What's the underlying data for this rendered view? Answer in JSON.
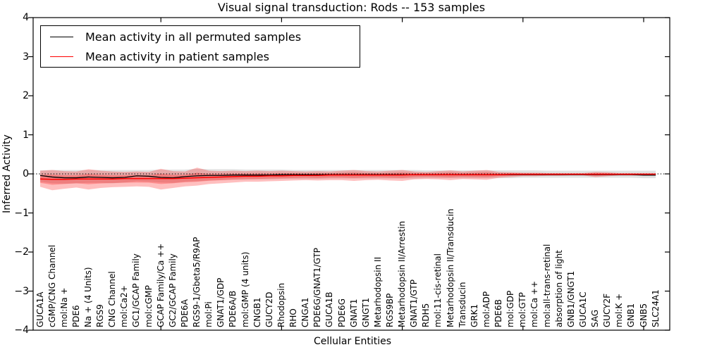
{
  "title": "Visual signal transduction: Rods -- 153 samples",
  "legend": {
    "items": [
      {
        "label": "Mean activity in all permuted samples",
        "color": "#000000"
      },
      {
        "label": "Mean activity in patient samples",
        "color": "#ff0000"
      }
    ]
  },
  "colors": {
    "permuted_line": "#000000",
    "patient_line": "#ff0000",
    "permuted_band": "rgba(90,90,90,0.18)",
    "patient_band": "rgba(255,0,0,0.25)",
    "axis": "#000000"
  },
  "chart_data": {
    "type": "line",
    "title": "Visual signal transduction: Rods -- 153 samples",
    "xlabel": "Cellular Entities",
    "ylabel": "Inferred Activity",
    "ylim": [
      -4,
      4
    ],
    "ytick_labels": [
      "4",
      "3",
      "2",
      "1",
      "0",
      "−1",
      "−2",
      "−3",
      "−4"
    ],
    "ytick_values": [
      4,
      3,
      2,
      1,
      0,
      -1,
      -2,
      -3,
      -4
    ],
    "xtick_indices": [
      10,
      20,
      30,
      40,
      50
    ],
    "grid": false,
    "legend_position": "upper left",
    "zero_line": {
      "style": "dotted",
      "color": "#000000",
      "y": 0
    },
    "categories": [
      "GUCA1A",
      "cGMP/CNG Channel",
      "mol:Na +",
      "PDE6",
      "Na + (4 Units)",
      "RGS9",
      "CNG Channel",
      "mol:Ca2+",
      "GC1/GCAP Family",
      "mol:cGMP",
      "GCAP Family/Ca ++",
      "GC2/GCAP Family",
      "PDE6A",
      "RGS9-1/Gbeta5/R9AP",
      "mol:Pi",
      "GNAT1/GDP",
      "PDE6A/B",
      "mol:GMP (4 units)",
      "CNGB1",
      "GUCY2D",
      "Rhodopsin",
      "RHO",
      "CNGA1",
      "PDE6G/GNAT1/GTP",
      "GUCA1B",
      "PDE6G",
      "GNAT1",
      "GNGT1",
      "Metarhodopsin II",
      "RGS9BP",
      "Metarhodopsin II/Arrestin",
      "GNAT1/GTP",
      "RDH5",
      "mol:11-cis-retinal",
      "Metarhodopsin II/Transducin",
      "Transducin",
      "GRK1",
      "mol:ADP",
      "PDE6B",
      "mol:GDP",
      "mol:GTP",
      "mol:Ca ++",
      "mol:all-trans-retinal",
      "absorption of light",
      "GNB1/GNGT1",
      "GUCA1C",
      "SAG",
      "GUCY2F",
      "mol:K +",
      "GNB1",
      "GNB5",
      "SLC24A1"
    ],
    "series": [
      {
        "name": "Mean activity in all permuted samples",
        "color": "#000000",
        "values": [
          -0.04,
          -0.08,
          -0.1,
          -0.1,
          -0.08,
          -0.09,
          -0.1,
          -0.09,
          -0.05,
          -0.06,
          -0.09,
          -0.1,
          -0.07,
          -0.05,
          -0.04,
          -0.04,
          -0.03,
          -0.03,
          -0.03,
          -0.03,
          -0.02,
          -0.02,
          -0.02,
          -0.02,
          -0.02,
          -0.02,
          -0.02,
          -0.02,
          -0.02,
          -0.02,
          -0.02,
          -0.02,
          -0.02,
          -0.02,
          -0.02,
          -0.02,
          -0.02,
          -0.02,
          -0.02,
          -0.02,
          -0.02,
          -0.02,
          -0.02,
          -0.02,
          -0.02,
          -0.02,
          -0.02,
          -0.02,
          -0.02,
          -0.02,
          -0.03,
          -0.03
        ]
      },
      {
        "name": "Mean activity in patient samples",
        "color": "#ff0000",
        "values": [
          -0.13,
          -0.14,
          -0.14,
          -0.13,
          -0.13,
          -0.13,
          -0.13,
          -0.12,
          -0.12,
          -0.12,
          -0.12,
          -0.12,
          -0.11,
          -0.1,
          -0.09,
          -0.08,
          -0.07,
          -0.06,
          -0.06,
          -0.05,
          -0.05,
          -0.04,
          -0.04,
          -0.04,
          -0.03,
          -0.03,
          -0.03,
          -0.03,
          -0.03,
          -0.03,
          -0.03,
          -0.02,
          -0.02,
          -0.02,
          -0.02,
          -0.02,
          -0.02,
          -0.02,
          -0.02,
          -0.01,
          -0.01,
          -0.01,
          -0.01,
          -0.01,
          -0.01,
          -0.01,
          -0.01,
          -0.01,
          -0.01,
          -0.01,
          -0.01,
          -0.01
        ]
      }
    ],
    "bands": [
      {
        "name": "permuted-std-band",
        "color": "rgba(90,90,90,0.18)",
        "upper": [
          0.09,
          0.1,
          0.1,
          0.1,
          0.1,
          0.1,
          0.1,
          0.1,
          0.1,
          0.1,
          0.11,
          0.11,
          0.11,
          0.13,
          0.12,
          0.12,
          0.12,
          0.11,
          0.11,
          0.11,
          0.11,
          0.1,
          0.1,
          0.1,
          0.1,
          0.1,
          0.1,
          0.1,
          0.1,
          0.1,
          0.1,
          0.1,
          0.09,
          0.09,
          0.09,
          0.09,
          0.09,
          0.09,
          0.09,
          0.09,
          0.09,
          0.09,
          0.08,
          0.08,
          0.08,
          0.08,
          0.08,
          0.08,
          0.08,
          0.08,
          0.08,
          0.08
        ],
        "lower": [
          -0.2,
          -0.24,
          -0.25,
          -0.24,
          -0.23,
          -0.23,
          -0.24,
          -0.22,
          -0.19,
          -0.2,
          -0.22,
          -0.23,
          -0.2,
          -0.19,
          -0.17,
          -0.16,
          -0.15,
          -0.15,
          -0.14,
          -0.14,
          -0.13,
          -0.13,
          -0.13,
          -0.13,
          -0.12,
          -0.12,
          -0.12,
          -0.12,
          -0.12,
          -0.12,
          -0.12,
          -0.12,
          -0.11,
          -0.11,
          -0.11,
          -0.11,
          -0.11,
          -0.11,
          -0.11,
          -0.11,
          -0.1,
          -0.1,
          -0.1,
          -0.1,
          -0.1,
          -0.1,
          -0.1,
          -0.1,
          -0.1,
          -0.1,
          -0.11,
          -0.11
        ]
      },
      {
        "name": "patient-band-outer",
        "color": "rgba(255,0,0,0.25)",
        "upper": [
          0.08,
          0.1,
          0.07,
          0.06,
          0.12,
          0.08,
          0.06,
          0.05,
          0.06,
          0.05,
          0.13,
          0.07,
          0.06,
          0.16,
          0.08,
          0.07,
          0.08,
          0.07,
          0.08,
          0.07,
          0.08,
          0.07,
          0.06,
          0.07,
          0.06,
          0.08,
          0.1,
          0.07,
          0.06,
          0.08,
          0.1,
          0.06,
          0.05,
          0.07,
          0.09,
          0.06,
          0.08,
          0.1,
          0.05,
          0.04,
          0.03,
          0.03,
          0.02,
          0.02,
          0.02,
          0.02,
          0.05,
          0.04,
          0.02,
          0.02,
          0.02,
          0.02
        ],
        "lower": [
          -0.33,
          -0.42,
          -0.38,
          -0.35,
          -0.4,
          -0.36,
          -0.34,
          -0.33,
          -0.32,
          -0.33,
          -0.4,
          -0.36,
          -0.32,
          -0.3,
          -0.26,
          -0.24,
          -0.22,
          -0.2,
          -0.2,
          -0.19,
          -0.18,
          -0.17,
          -0.16,
          -0.17,
          -0.16,
          -0.16,
          -0.18,
          -0.16,
          -0.15,
          -0.17,
          -0.18,
          -0.14,
          -0.13,
          -0.14,
          -0.16,
          -0.13,
          -0.14,
          -0.15,
          -0.1,
          -0.08,
          -0.06,
          -0.06,
          -0.05,
          -0.05,
          -0.04,
          -0.04,
          -0.08,
          -0.06,
          -0.04,
          -0.04,
          -0.04,
          -0.04
        ]
      },
      {
        "name": "patient-band-inner",
        "color": "rgba(255,0,0,0.25)",
        "upper": [
          -0.025,
          -0.02,
          -0.035,
          -0.035,
          -0.005,
          -0.025,
          -0.035,
          -0.035,
          -0.03,
          -0.035,
          0.005,
          -0.025,
          -0.025,
          0.03,
          -0.005,
          -0.005,
          0.005,
          0.005,
          0.01,
          0.01,
          0.015,
          0.015,
          0.01,
          0.015,
          0.015,
          0.025,
          0.035,
          0.02,
          0.015,
          0.025,
          0.035,
          0.02,
          0.015,
          0.025,
          0.035,
          0.02,
          0.03,
          0.04,
          0.015,
          0.015,
          0.01,
          0.01,
          0.005,
          0.005,
          0.005,
          0.005,
          0.02,
          0.015,
          0.005,
          0.005,
          0.005,
          0.005
        ],
        "lower": [
          -0.23,
          -0.28,
          -0.26,
          -0.24,
          -0.265,
          -0.245,
          -0.235,
          -0.225,
          -0.22,
          -0.225,
          -0.26,
          -0.24,
          -0.215,
          -0.2,
          -0.175,
          -0.16,
          -0.145,
          -0.13,
          -0.13,
          -0.12,
          -0.115,
          -0.105,
          -0.1,
          -0.105,
          -0.095,
          -0.095,
          -0.105,
          -0.095,
          -0.09,
          -0.1,
          -0.105,
          -0.08,
          -0.075,
          -0.08,
          -0.09,
          -0.075,
          -0.08,
          -0.085,
          -0.06,
          -0.045,
          -0.035,
          -0.035,
          -0.03,
          -0.03,
          -0.025,
          -0.025,
          -0.045,
          -0.035,
          -0.025,
          -0.025,
          -0.025,
          -0.025
        ]
      }
    ]
  }
}
